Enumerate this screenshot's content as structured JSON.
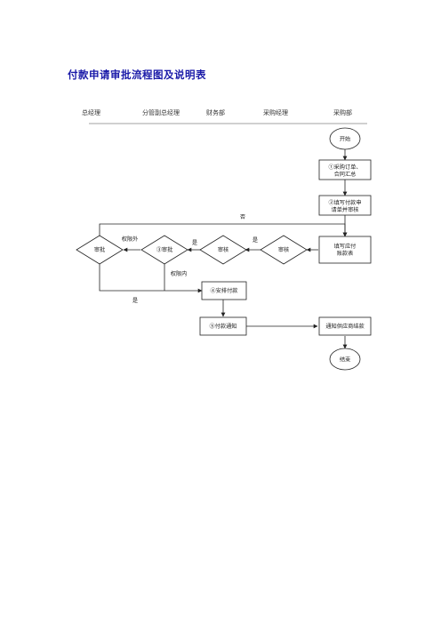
{
  "title": "付款申请审批流程图及说明表",
  "columns": [
    "总经理",
    "分管副总经理",
    "财务部",
    "采购经理",
    "采购部"
  ],
  "nodes": {
    "start": "开始",
    "step1_line1": "①采购订单、",
    "step1_line2": "合同汇总",
    "step2_line1": "②填写付款申",
    "step2_line2": "请单并审核",
    "fill_line1": "填写应付",
    "fill_line2": "账款表",
    "review_purchase_mgr": "审核",
    "review_finance": "审核",
    "approve_vp": "③审批",
    "approve_gm": "审批",
    "step4": "④安排付款",
    "step5": "⑤付款通知",
    "notify_supplier": "通知供应商结款",
    "end": "结束"
  },
  "edge_labels": {
    "no": "否",
    "yes_1": "是",
    "yes_2": "是",
    "beyond_authority": "权限外",
    "within_authority": "权限内",
    "yes_3": "是"
  }
}
